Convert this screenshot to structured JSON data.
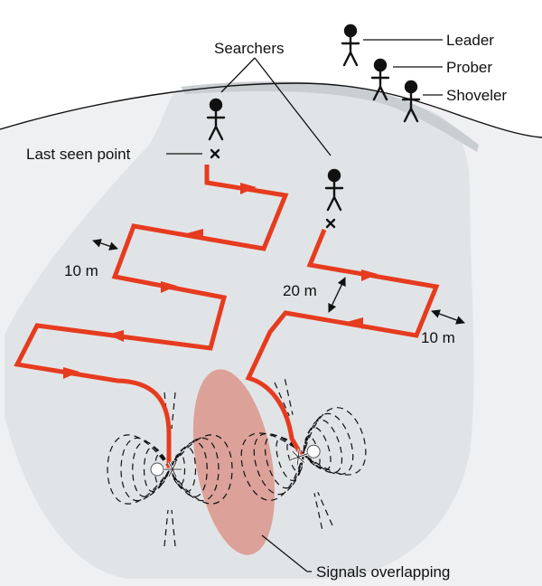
{
  "labels": {
    "searchers": "Searchers",
    "leader": "Leader",
    "prober": "Prober",
    "shoveler": "Shoveler",
    "last_seen_point": "Last seen point",
    "spacing_left": "10 m",
    "spacing_middle": "20 m",
    "spacing_right": "10 m",
    "signals_overlapping": "Signals overlapping"
  },
  "colors": {
    "route": "#e63b1f",
    "overlap_zone": "#d9867c",
    "slope": "#e6e8ea",
    "ridge_band": "#c9ced1"
  },
  "icons": {
    "last_seen_marker": "x-mark",
    "start_marker": "x-mark",
    "buried_transceiver": "transceiver-icon"
  }
}
